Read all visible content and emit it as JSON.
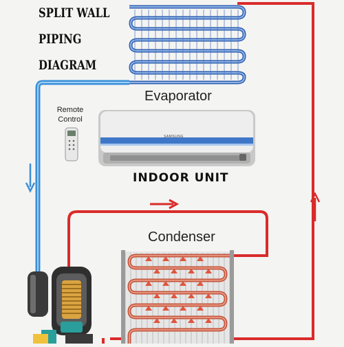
{
  "title_lines": [
    "SPLIT WALL",
    "PIPING",
    "DIAGRAM"
  ],
  "labels": {
    "evaporator": "Evaporator",
    "remote_control": "Remote Control",
    "indoor_unit": "INDOOR UNIT",
    "condenser": "Condenser"
  },
  "brand": "SAMSUNG",
  "colors": {
    "hot_pipe": "#d92b2b",
    "cold_pipe": "#3a8fd9",
    "coil_blue": "#5f86c9",
    "coil_red": "#d26a55",
    "fin_gray": "#b9b9b9",
    "unit_silver": "#dcdcdc",
    "unit_stripe": "#3f77c8"
  },
  "icons": [
    "arrow-down-icon",
    "arrow-up-icon",
    "arrow-right-icon",
    "compressor-icon",
    "remote-icon"
  ]
}
